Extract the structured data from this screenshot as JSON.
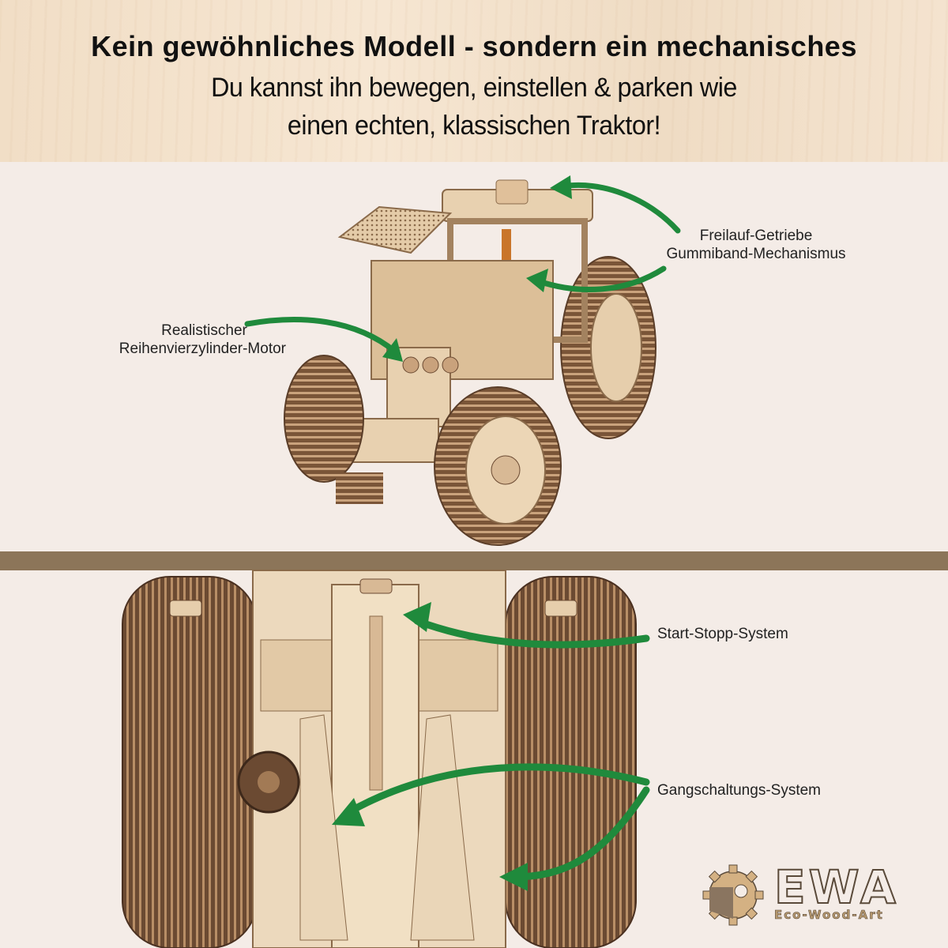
{
  "header": {
    "title": "Kein gewöhnliches Modell - sondern ein mechanisches",
    "subtitle_line1": "Du kannst ihn bewegen, einstellen & parken wie",
    "subtitle_line2": "einen echten, klassischen Traktor!"
  },
  "top_panel": {
    "image": "wooden-tractor-model-3-4-view",
    "callouts": [
      {
        "line1": "Freilauf-Getriebe",
        "line2": "Gummiband-Mechanismus"
      },
      {
        "line1": "Realistischer",
        "line2": "Reihenvierzylinder-Motor"
      }
    ]
  },
  "bottom_panel": {
    "image": "wooden-tractor-rear-view",
    "callouts": [
      {
        "label": "Start-Stopp-System"
      },
      {
        "label": "Gangschaltungs-System"
      }
    ]
  },
  "logo": {
    "name": "EWA",
    "tagline": "Eco-Wood-Art",
    "icon": "gear-puzzle-icon"
  },
  "colors": {
    "arrow_green": "#1f8a3c",
    "divider_brown": "#8c7559",
    "panel_bg": "#f4ece7",
    "wood_dark": "#6b4a32",
    "wood_light": "#e6ceac"
  }
}
